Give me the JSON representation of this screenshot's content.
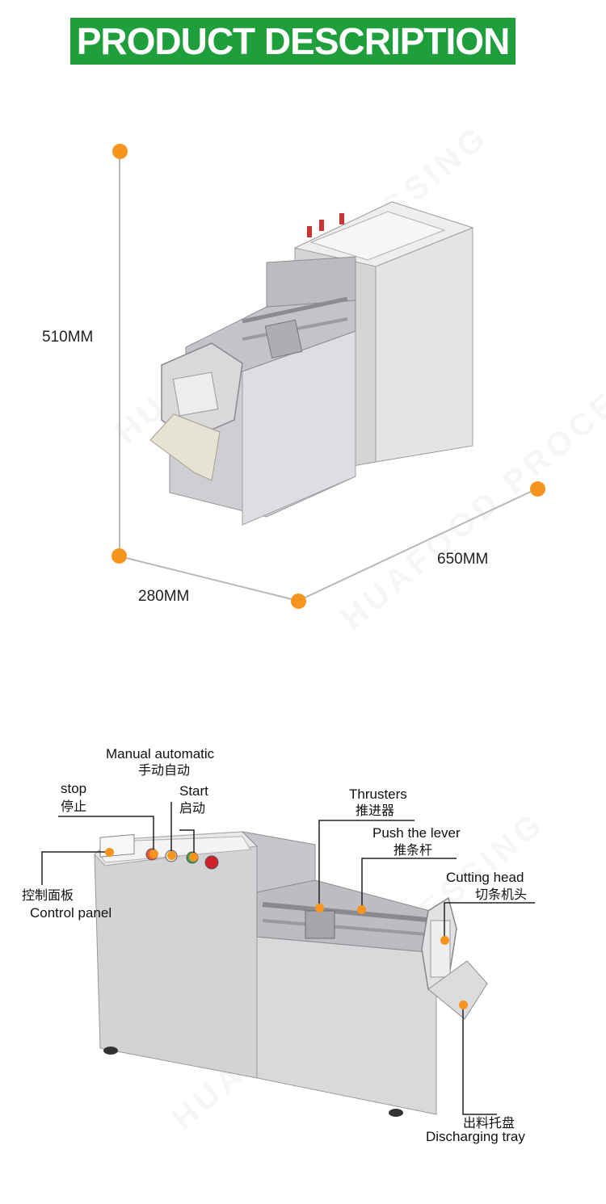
{
  "header": {
    "title": "PRODUCT DESCRIPTION"
  },
  "watermark": {
    "text": "HUAFOOD PROCESSING"
  },
  "dimensions": {
    "height": "510MM",
    "width": "280MM",
    "length": "650MM"
  },
  "parts": {
    "manual_automatic": {
      "en": "Manual automatic",
      "cn": "手动自动"
    },
    "stop": {
      "en": "stop",
      "cn": "停止"
    },
    "start": {
      "en": "Start",
      "cn": "启动"
    },
    "thrusters": {
      "en": "Thrusters",
      "cn": "推进器"
    },
    "push_lever": {
      "en": "Push the lever",
      "cn": "推条杆"
    },
    "cutting_head": {
      "en": "Cutting head",
      "cn": "切条机头"
    },
    "control_panel": {
      "en": "Control panel",
      "cn": "控制面板"
    },
    "discharging_tray": {
      "en": "Discharging tray",
      "cn": "出料托盘"
    }
  },
  "colors": {
    "banner": "#1e9f3b",
    "marker": "#f7941d"
  }
}
